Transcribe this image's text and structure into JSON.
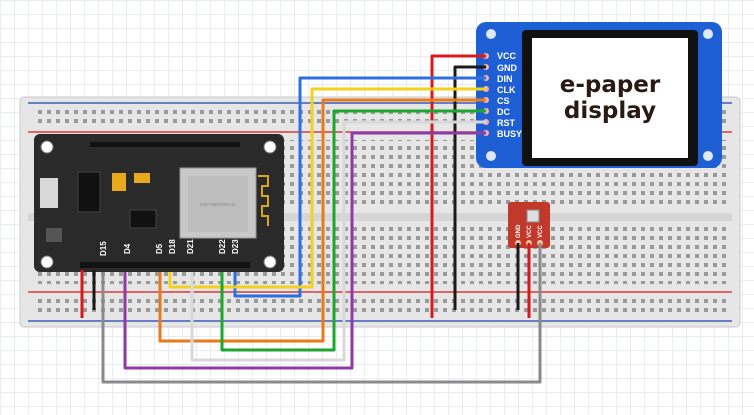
{
  "display": {
    "title_line1": "e-paper",
    "title_line2": "display",
    "pins": [
      "VCC",
      "GND",
      "DIN",
      "CLK",
      "CS",
      "DC",
      "RST",
      "BUSY"
    ]
  },
  "esp32": {
    "pins": [
      "D15",
      "D4",
      "D5",
      "D18",
      "D21",
      "D22",
      "D23"
    ],
    "chip_text": "ESP-WROOM-32"
  },
  "sensor": {
    "pins": [
      "GND",
      "VCC",
      "VCC"
    ]
  },
  "colors": {
    "breadboard": "#e6e6e6",
    "rail_red": "#d33b3b",
    "rail_blue": "#3f5fb5",
    "board": "#2a2a2a",
    "display_pcb": "#1f5fd6",
    "sensor_pcb": "#c0392b",
    "wire_red": "#d7191c",
    "wire_black": "#1a1a1a",
    "wire_blue": "#2e6fe0",
    "wire_yellow": "#f2d21b",
    "wire_orange": "#e87a1c",
    "wire_green": "#1fa52f",
    "wire_white": "#d8d8d8",
    "wire_purple": "#8e3ba6",
    "wire_gray": "#8a8a8a"
  }
}
